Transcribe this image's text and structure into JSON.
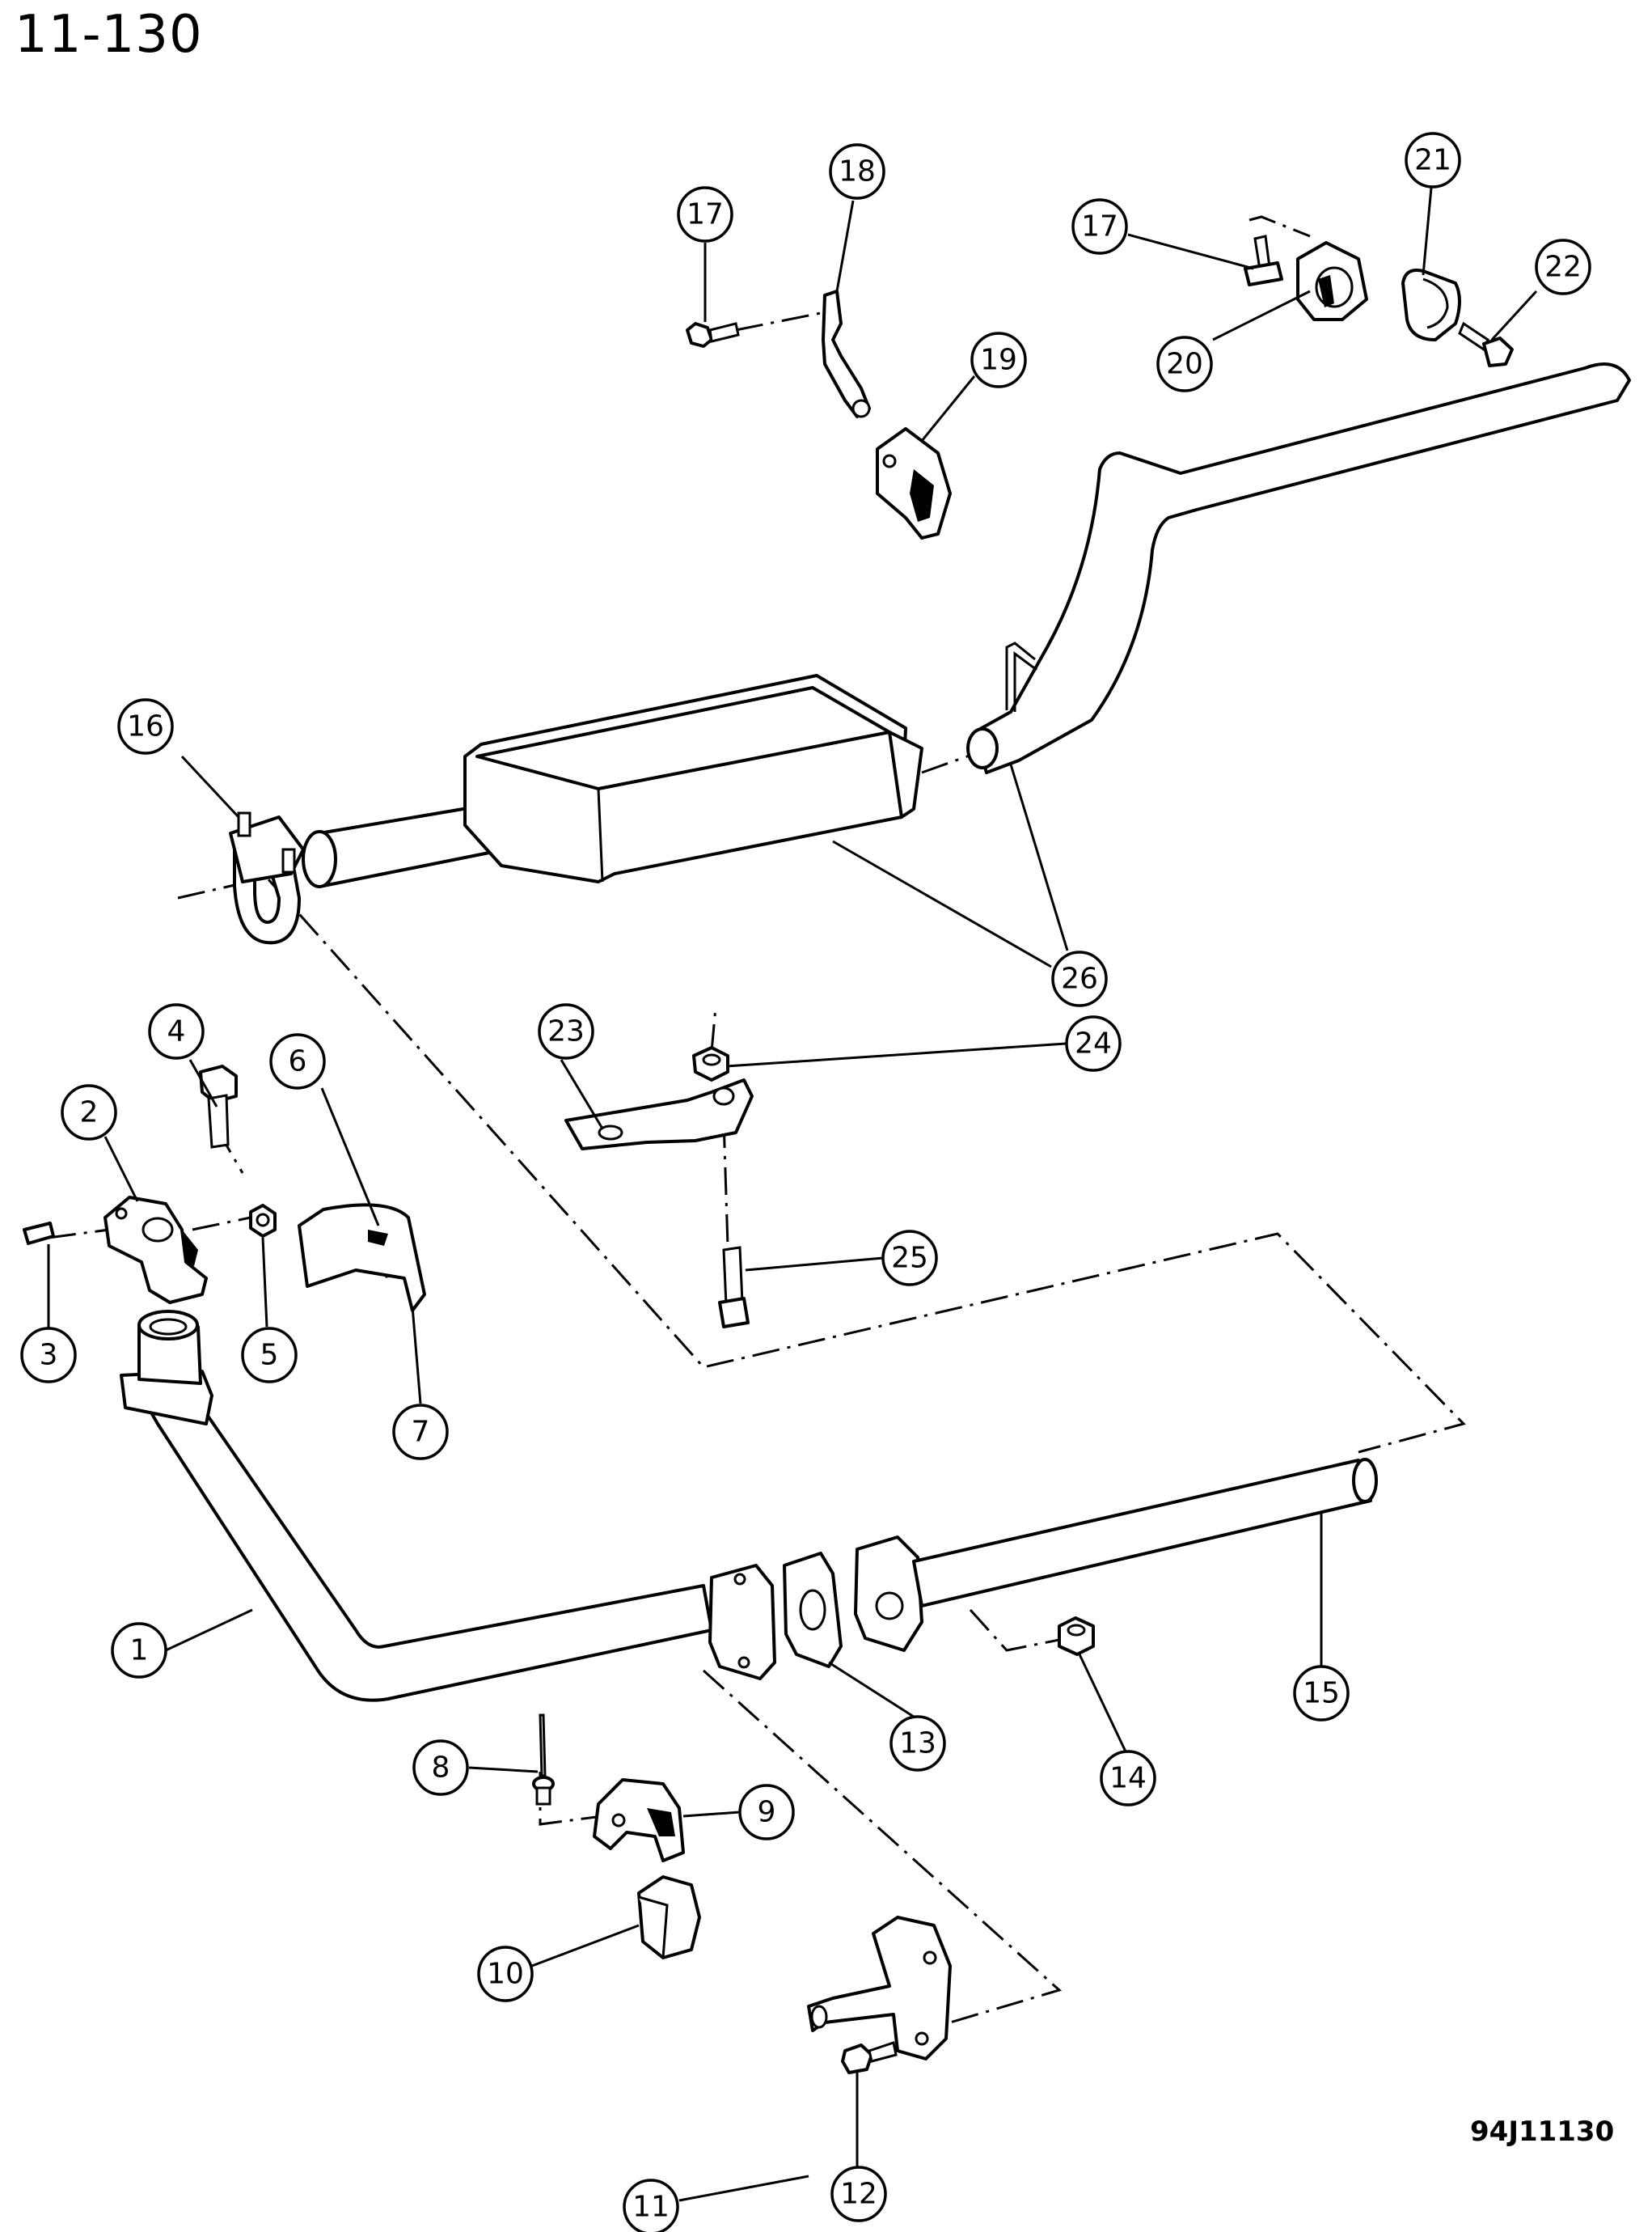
{
  "page_title": "11-130",
  "diagram_code": "94J11130",
  "callouts": [
    {
      "label": "1"
    },
    {
      "label": "2"
    },
    {
      "label": "3"
    },
    {
      "label": "4"
    },
    {
      "label": "5"
    },
    {
      "label": "6"
    },
    {
      "label": "7"
    },
    {
      "label": "8"
    },
    {
      "label": "9"
    },
    {
      "label": "10"
    },
    {
      "label": "11"
    },
    {
      "label": "12"
    },
    {
      "label": "13"
    },
    {
      "label": "14"
    },
    {
      "label": "15"
    },
    {
      "label": "16"
    },
    {
      "label": "17"
    },
    {
      "label": "17"
    },
    {
      "label": "18"
    },
    {
      "label": "19"
    },
    {
      "label": "20"
    },
    {
      "label": "21"
    },
    {
      "label": "22"
    },
    {
      "label": "23"
    },
    {
      "label": "24"
    },
    {
      "label": "25"
    },
    {
      "label": "26"
    }
  ]
}
